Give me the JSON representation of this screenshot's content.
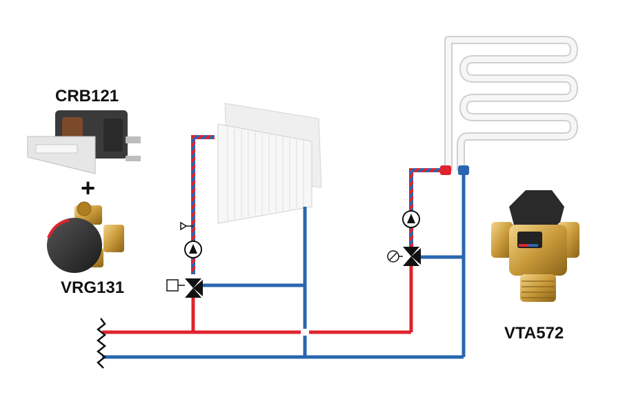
{
  "labels": {
    "actuator": "CRB121",
    "plus": "+",
    "mixing_valve": "VRG131",
    "thermostatic_valve": "VTA572"
  },
  "colors": {
    "supply": "#e0232e",
    "return": "#2a66b0",
    "background": "#ffffff",
    "floor_loop": "#f2f2f2"
  },
  "components": {
    "radiator": "panel-radiator",
    "floor_heating": "underfloor-heating-coil",
    "pumps": [
      "circulation-pump-radiator",
      "circulation-pump-floor"
    ],
    "valves": [
      "three-way-mixing-valve-radiator",
      "three-way-mixing-valve-floor"
    ]
  }
}
